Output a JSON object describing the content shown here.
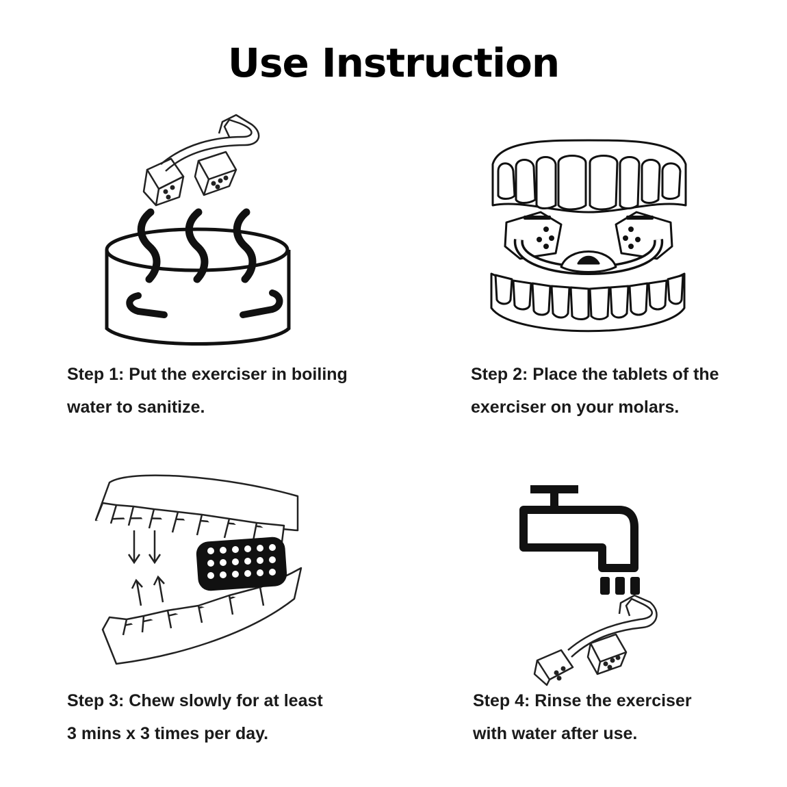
{
  "title": "Use Instruction",
  "steps": [
    {
      "line1": "Step 1: Put the exerciser in boiling",
      "line2": "water to sanitize.",
      "icon": "boiling-pot-icon"
    },
    {
      "line1": "Step 2: Place the tablets of the",
      "line2": "exerciser on your molars.",
      "icon": "teeth-with-exerciser-icon"
    },
    {
      "line1": "Step 3: Chew slowly for at least",
      "line2": "3 mins x 3 times per day.",
      "icon": "chewing-jaw-icon"
    },
    {
      "line1": "Step 4: Rinse the exerciser",
      "line2": "with water after use.",
      "icon": "faucet-rinse-icon"
    }
  ]
}
